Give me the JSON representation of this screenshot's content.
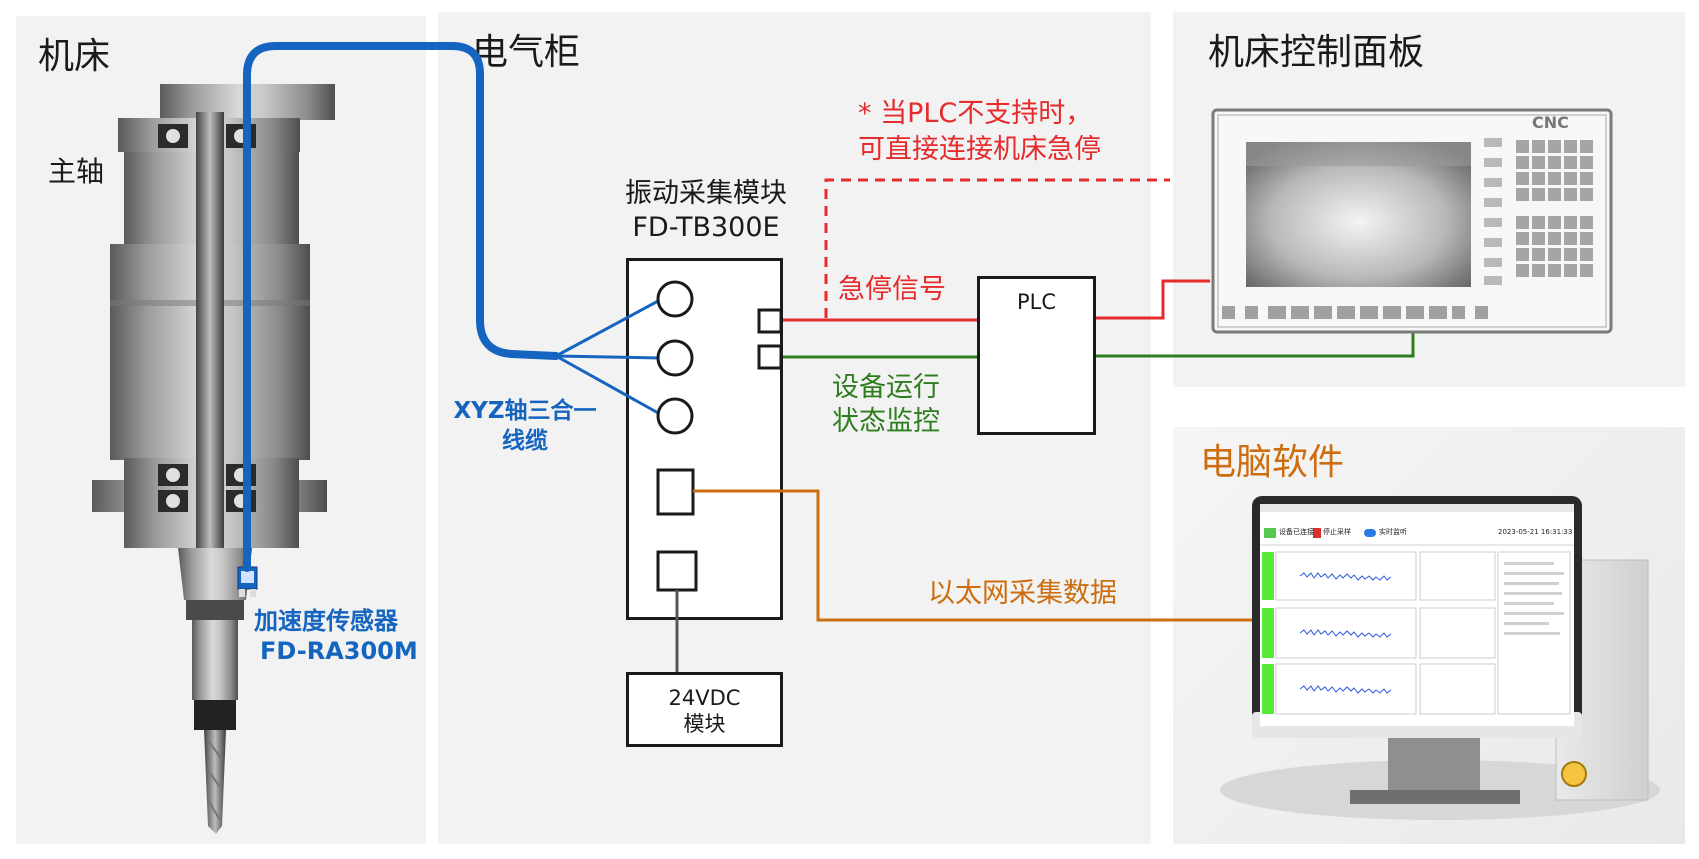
{
  "sections": {
    "machine": "机床",
    "cabinet": "电气柜",
    "control_panel": "机床控制面板",
    "pc_software": "电脑软件"
  },
  "machine": {
    "spindle_label": "主轴",
    "sensor_name": "加速度传感器",
    "sensor_model": "FD-RA300M"
  },
  "cable": {
    "line1": "XYZ轴三合一",
    "line2": "线缆"
  },
  "module": {
    "name": "振动采集模块",
    "model": "FD-TB300E"
  },
  "plc": {
    "label": "PLC"
  },
  "power": {
    "line1": "24VDC",
    "line2": "模块"
  },
  "notes": {
    "direct_line1": "* 当PLC不支持时，",
    "direct_line2": "可直接连接机床急停",
    "estop": "急停信号",
    "status_line1": "设备运行",
    "status_line2": "状态监控",
    "ethernet": "以太网采集数据"
  },
  "cnc": {
    "brand": "CNC"
  },
  "software": {
    "start_btn": "设备已连接",
    "stop_btn": "停止采样",
    "toggle": "实时监听",
    "datetime": "2023-05-21 16:31:33"
  },
  "colors": {
    "blue": "#1565c0",
    "red": "#e52b2b",
    "green": "#2e7d1f",
    "orange": "#cc6e10",
    "gray": "#555555"
  }
}
